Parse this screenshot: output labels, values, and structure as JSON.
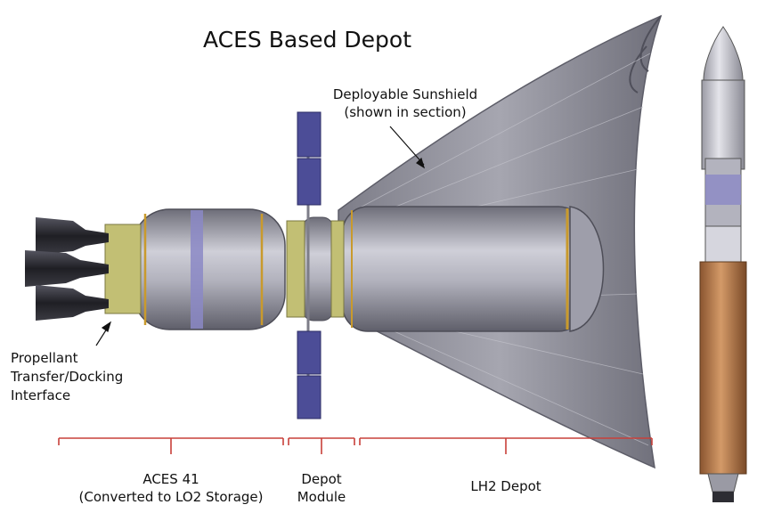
{
  "diagram": {
    "title": "ACES Based Depot",
    "callouts": {
      "sunshield": "Deployable Sunshield\n(shown in section)",
      "interface": "Propellant\nTransfer/Docking\nInterface"
    },
    "sections": [
      {
        "id": "aces41",
        "label": "ACES 41\n(Converted to LO2 Storage)"
      },
      {
        "id": "depot-module",
        "label": "Depot\nModule"
      },
      {
        "id": "lh2",
        "label": "LH2 Depot"
      }
    ],
    "colors": {
      "tank": "#a9a9b6",
      "tank_band": "#8b88c6",
      "tank_ring": "#c99a2c",
      "sunshield": "#8e8e99",
      "solar_panel": "#4c4d97",
      "truss": "#b8b56a",
      "bracket": "#c8403a",
      "engine": "#2d2d33",
      "rocket_body": "#c98250"
    }
  }
}
